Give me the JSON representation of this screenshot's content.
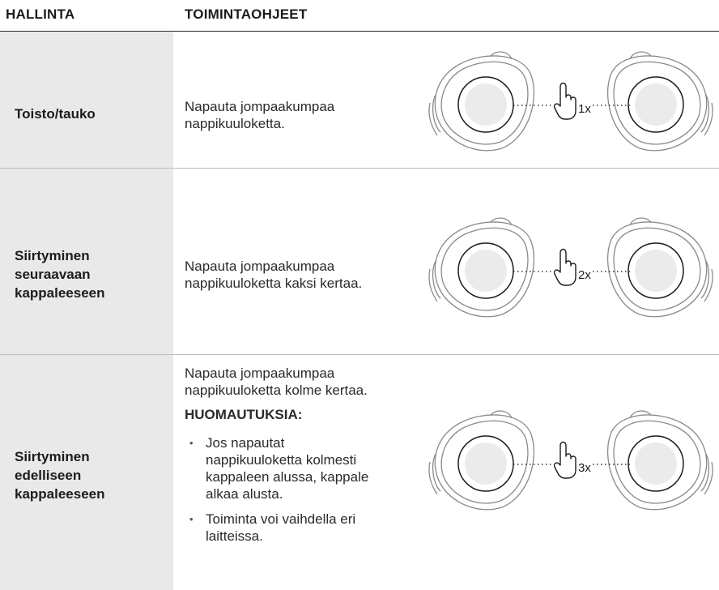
{
  "header": {
    "col1": "HALLINTA",
    "col2": "TOIMINTAOHJEET"
  },
  "rows": [
    {
      "label_lines": [
        "Toisto/tauko"
      ],
      "desc_lines": [
        "Napauta jompaakumpaa",
        "nappikuuloketta."
      ],
      "tap": "1x"
    },
    {
      "label_lines": [
        "Siirtyminen",
        "seuraavaan",
        "kappaleeseen"
      ],
      "desc_lines": [
        "Napauta jompaakumpaa",
        "nappikuuloketta kaksi kertaa."
      ],
      "tap": "2x"
    },
    {
      "label_lines": [
        "Siirtyminen",
        "edelliseen",
        "kappaleeseen"
      ],
      "desc_lines": [
        "Napauta jompaakumpaa",
        "nappikuuloketta kolme kertaa."
      ],
      "notes_title": "HUOMAUTUKSIA:",
      "notes": [
        [
          "Jos napautat",
          "nappikuuloketta kolmesti",
          "kappaleen alussa, kappale",
          "alkaa alusta."
        ],
        [
          "Toiminta voi vaihdella eri",
          "laitteissa."
        ]
      ],
      "tap": "3x"
    }
  ],
  "icons": {
    "earbud": "earbud-icon",
    "tap": "tap-finger-icon"
  }
}
